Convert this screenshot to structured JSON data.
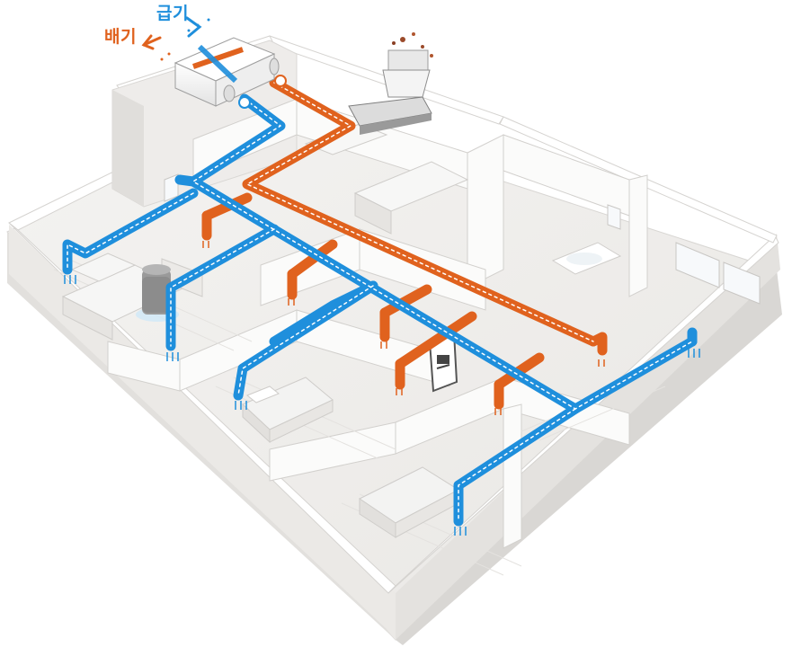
{
  "labels": {
    "supply": "급기",
    "exhaust": "배기"
  },
  "colors": {
    "supply": "#1f8fdc",
    "exhaust": "#e0621e",
    "floor": "#f1f0ee",
    "wall_top": "#ffffff",
    "wall_side": "#dcdad7"
  },
  "icons": {
    "ventilation_unit": "heat-recovery-ventilator",
    "range_hood": "kitchen-range-hood",
    "air_purifier": "air-purifier",
    "wall_controller": "control-panel"
  }
}
